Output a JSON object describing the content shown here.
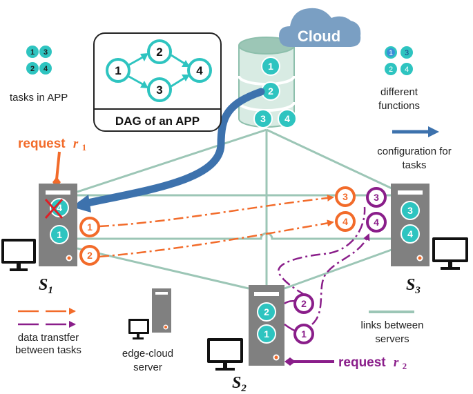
{
  "legend": {
    "tasks_caption": "tasks in APP",
    "tasks_numbers": [
      "1",
      "3",
      "2",
      "4"
    ],
    "functions_numbers": [
      "1",
      "3",
      "2",
      "4"
    ],
    "functions_caption_line1": "different",
    "functions_caption_line2": "functions",
    "config_line1": "configuration for",
    "config_line2": "tasks",
    "transfer_line1": "data transtfer",
    "transfer_line2": "between tasks",
    "server_line1": "edge-cloud",
    "server_line2": "server",
    "links_line1": "links between",
    "links_line2": "servers"
  },
  "dag": {
    "caption": "DAG of an APP",
    "nodes": [
      "1",
      "2",
      "3",
      "4"
    ]
  },
  "cloud": {
    "label": "Cloud",
    "tasks": [
      "1",
      "2",
      "3",
      "4"
    ]
  },
  "servers": {
    "s1": {
      "name": "S",
      "sub": "1",
      "tasks": [
        "4",
        "1"
      ]
    },
    "s2": {
      "name": "S",
      "sub": "2",
      "tasks": [
        "2",
        "1"
      ]
    },
    "s3": {
      "name": "S",
      "sub": "3",
      "tasks": [
        "3",
        "4"
      ]
    }
  },
  "requests": {
    "r1": {
      "word": "request",
      "var": "r",
      "sub": "1"
    },
    "r2": {
      "word": "request",
      "var": "r",
      "sub": "2"
    }
  },
  "flows": {
    "orange_s1": [
      "1",
      "2"
    ],
    "orange_s3": [
      "3",
      "4"
    ],
    "purple_s2": [
      "2",
      "1"
    ],
    "purple_s3": [
      "3",
      "4"
    ]
  },
  "colors": {
    "teal": "#2ec4c0",
    "orange": "#f26b2a",
    "purple": "#8a1e8a",
    "link": "#9cc6b6",
    "cloud": "#7a9fc3",
    "arrow": "#3d72ad",
    "server": "#808080"
  }
}
